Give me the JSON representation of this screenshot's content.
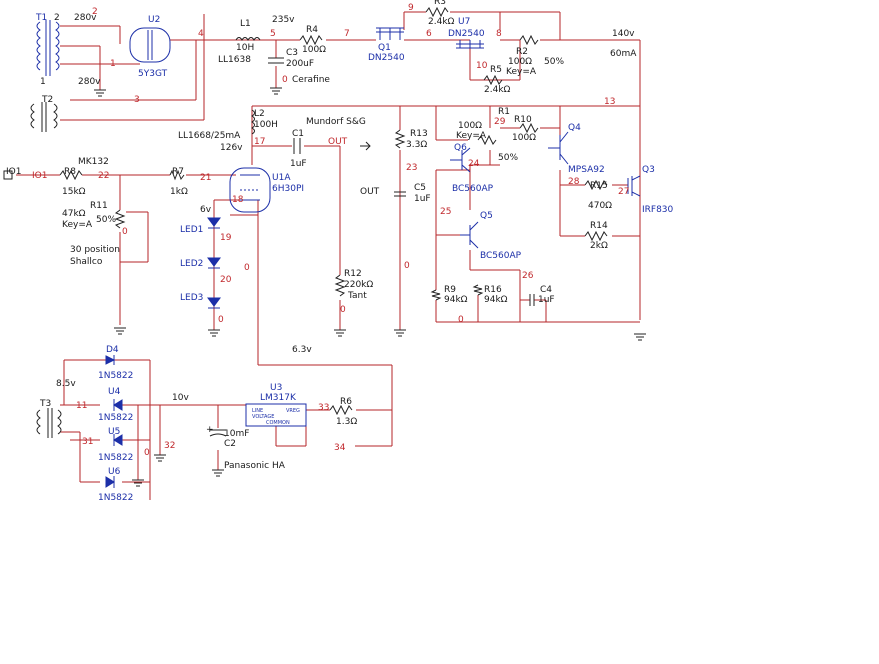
{
  "colors": {
    "wire": "#b62528",
    "part": "#1c2fa8",
    "node": "#c0282c",
    "text": "#1a1a1a"
  },
  "labels": {
    "t1": "T1",
    "t1_pin2": "2",
    "t1_280a": "280v",
    "t1_280b": "280v",
    "t1_1": "1",
    "u2": "U2",
    "u2_part": "5Y3GT",
    "t2": "T2",
    "t3": "T3",
    "l1": "L1",
    "l1_val": "10H",
    "l1_part": "LL1638",
    "v235": "235v",
    "r4": "R4",
    "r4_val": "100Ω",
    "c3": "C3",
    "c3_val": "200uF",
    "c3_note": "Cerafine",
    "q1": "Q1",
    "q1_part": "DN2540",
    "r3": "R3",
    "r3_val": "2.4kΩ",
    "u7": "U7",
    "u7_part": "DN2540",
    "r2": "R2",
    "r2_val": "100Ω",
    "r2_pct": "50%",
    "r5": "R5",
    "r5_key": "Key=A",
    "r5_val": "2.4kΩ",
    "v140": "140v",
    "ma60": "60mA",
    "r1": "R1",
    "r10": "R10",
    "r10_val": "100Ω",
    "q4": "Q4",
    "l2": "L2",
    "l2_val": "100H",
    "l2_part": "LL1668/25mA",
    "v126": "126v",
    "c1": "C1",
    "c1_val": "1uF",
    "c1_note": "Mundorf S&G",
    "out1": "OUT",
    "out2": "OUT",
    "u1": "U1A",
    "u1_part": "6H30PI",
    "v6": "6v",
    "r13": "R13",
    "r13_val": "3.3Ω",
    "c5": "C5",
    "c5_val": "1uF",
    "r1_val": "100Ω",
    "r1_key": "Key=A",
    "q6": "Q6",
    "r1_pct": "50%",
    "q6_part": "BC560AP",
    "q5": "Q5",
    "q5_part": "BC560AP",
    "q3": "Q3",
    "q3_part": "IRF830",
    "q4_part": "MPSA92",
    "r15": "R15",
    "r15_val": "470Ω",
    "r14": "R14",
    "r14_val": "2kΩ",
    "r9": "R9",
    "r9_val": "94kΩ",
    "r16": "R16",
    "r16_val": "94kΩ",
    "c4": "C4",
    "c4_val": "1uF",
    "r12": "R12",
    "r12_val": "220kΩ",
    "r12_note": "Tant",
    "io1_port": "IO1",
    "io1_net": "IO1",
    "mk132": "MK132",
    "r8": "R8",
    "r8_val": "15kΩ",
    "r7": "R7",
    "r7_val": "1kΩ",
    "r11": "R11",
    "r11_val": "47kΩ",
    "r11_key": "Key=A",
    "r11_pct": "50%",
    "shallco1": "30 position",
    "shallco2": "Shallco",
    "led1": "LED1",
    "led2": "LED2",
    "led3": "LED3",
    "v63": "6.3v",
    "v85": "8.5v",
    "v10": "10v",
    "d4": "D4",
    "d4_part": "1N5822",
    "u4": "U4",
    "u4_part": "1N5822",
    "u5": "U5",
    "u5_part": "1N5822",
    "u6": "U6",
    "u6_part": "1N5822",
    "u3": "U3",
    "u3_part": "LM317K",
    "u3_line": "LINE",
    "u3_voltage": "VOLTAGE",
    "u3_vreg": "VREG",
    "u3_common": "COMMON",
    "r6": "R6",
    "r6_val": "1.3Ω",
    "c2": "C2",
    "c2_val": "10mF",
    "c2_note": "Panasonic HA",
    "c2_plus": "+"
  },
  "nodes": [
    "2",
    "1",
    "3",
    "4",
    "5",
    "6",
    "7",
    "8",
    "9",
    "10",
    "13",
    "17",
    "18",
    "19",
    "20",
    "21",
    "22",
    "23",
    "24",
    "25",
    "26",
    "27",
    "28",
    "29",
    "0",
    "0",
    "0",
    "0",
    "0",
    "0",
    "11",
    "31",
    "32",
    "33",
    "34",
    "0",
    "0"
  ]
}
